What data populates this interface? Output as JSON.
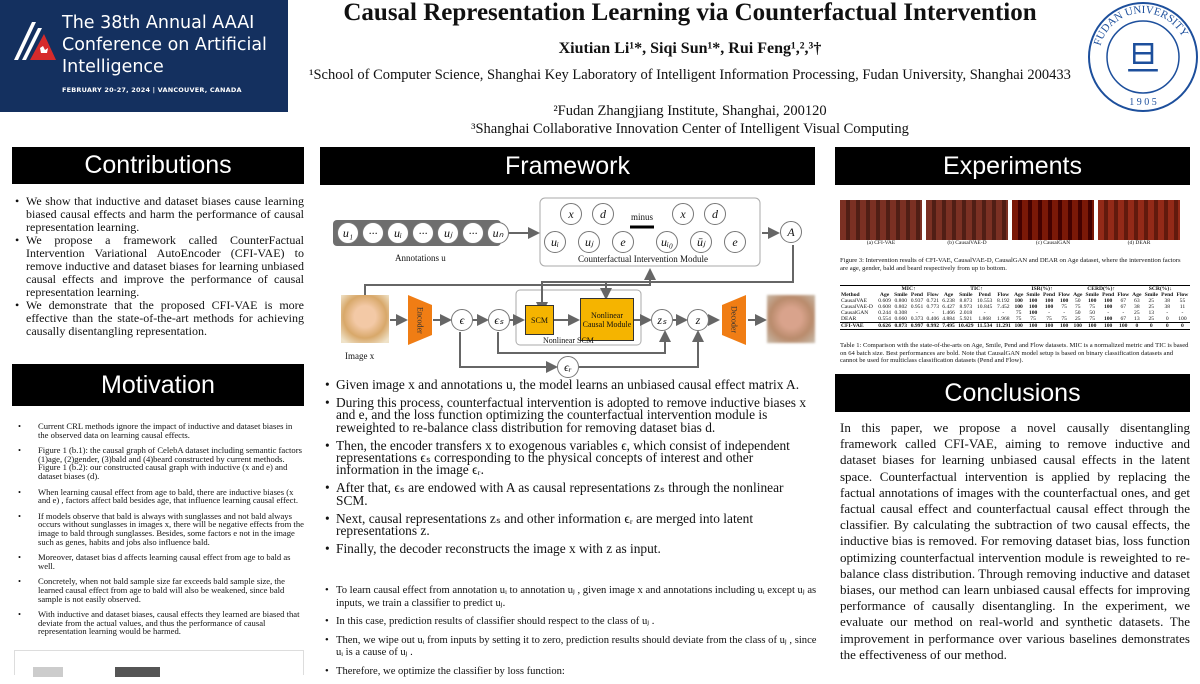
{
  "conference": {
    "title": "The 38th Annual AAAI Conference on Artificial Intelligence",
    "dates": "FEBRUARY 20-27, 2024 | VANCOUVER, CANADA",
    "brand_color": "#14305f"
  },
  "paper": {
    "title": "Causal Representation Learning via Counterfactual Intervention",
    "authors": "Xiutian Li¹*, Siqi Sun¹*, Rui Feng¹,²,³†",
    "affiliations": [
      "¹School of Computer Science, Shanghai Key Laboratory of Intelligent Information Processing, Fudan University, Shanghai 200433",
      "²Fudan Zhangjiang Institute, Shanghai, 200120",
      "³Shanghai Collaborative Innovation Center of Intelligent Visual Computing"
    ]
  },
  "seal": {
    "text": "FUDAN UNIVERSITY",
    "year": "1905",
    "color": "#1d4f9c"
  },
  "sections": {
    "contributions": "Contributions",
    "motivation": "Motivation",
    "framework": "Framework",
    "experiments": "Experiments",
    "conclusions": "Conclusions"
  },
  "contributions": [
    "We show that inductive and dataset biases cause learning biased causal effects and harm the performance of causal representation learning.",
    "We propose a framework called CounterFactual Intervention Variational AutoEncoder (CFI-VAE) to remove inductive and dataset biases for learning unbiased causal effects and improve the performance of causal representation learning.",
    "We demonstrate that the proposed CFI-VAE is more effective than the state-of-the-art methods for achieving causally disentangling representation."
  ],
  "motivation": [
    "Current CRL methods ignore the impact of inductive and dataset biases in the observed data on learning causal effects.",
    "Figure 1 (b.1): the causal graph of CelebA dataset including semantic factors (1)age, (2)gender, (3)bald and (4)beard constructed by current methods. Figure 1 (b.2): our constructed causal graph with inductive (x and e) and dataset biases (d).",
    "When learning causal effect from age to bald, there are inductive biases (x and e) , factors affect bald besides age, that influence learning causal effect.",
    "If models observe that bald is always with sunglasses and not bald always occurs without sunglasses in images x, there will be negative effects from the image to bald through sunglasses. Besides, some factors e not in the image such as genes, habits and jobs also influence bald.",
    "Moreover, dataset bias d affects learning causal effect from age to bald as well.",
    "Concretely, when not bald sample size far exceeds bald sample size, the learned causal effect from age to bald will also be weakened, since bald sample is not easily observed.",
    "With inductive and dataset biases, causal effects they learned are biased that deviate from the actual values, and thus the performance of causal representation learning would be harmed."
  ],
  "framework_diagram": {
    "annotations": [
      "u₁",
      "···",
      "uᵢ",
      "···",
      "uⱼ",
      "···",
      "uₙ"
    ],
    "annotations_label": "Annotations u",
    "cim_label": "Counterfactual Intervention Module",
    "minus": "minus",
    "image_label": "Image x",
    "encoder": "Encoder",
    "decoder": "Decoder",
    "scm": "SCM",
    "ncm": "Nonlinear Causal Module",
    "nscm_label": "Nonlinear SCM",
    "nodes": {
      "x": "x",
      "d": "d",
      "ui": "uᵢ",
      "uj": "uⱼ",
      "e": "e",
      "ui0": "uᵢ₀",
      "ujbar": "ūⱼ",
      "A": "A",
      "eps": "ϵ",
      "eps_s": "ϵₛ",
      "zs": "zₛ",
      "z": "z",
      "eps_r": "ϵᵣ"
    },
    "accent": "#f5b400",
    "encoder_color": "#f07d14"
  },
  "framework": [
    "Given image x and annotations u, the model learns an unbiased causal effect matrix A.",
    "During this process, counterfactual intervention is adopted to remove inductive biases x and e, and the loss function optimizing the counterfactual intervention module is reweighted to re-balance class distribution for removing dataset bias d.",
    "Then, the encoder transfers x to exogenous variables ϵ, which consist of independent representations ϵₛ corresponding to the physical concepts of interest and other information in the image ϵᵣ.",
    "After that, ϵₛ are endowed with A as causal representations zₛ through the nonlinear SCM.",
    "Next, causal representations zₛ and other information ϵᵣ are merged into latent representations z.",
    "Finally, the decoder reconstructs the image x with z as input."
  ],
  "framework2": [
    "To learn causal effect from annotation uᵢ to annotation uⱼ , given image x and annotations including uᵢ except uⱼ as inputs, we train a classifier to predict uⱼ.",
    "In this case, prediction results of classifier should respect to the class of uⱼ .",
    "Then, we wipe out uᵢ from inputs by setting it to zero, prediction results should deviate from the class of uⱼ , since uᵢ is a cause of uⱼ .",
    "Therefore, we optimize the classifier by loss function:"
  ],
  "experiments": {
    "subfigs": [
      "(a) CFI-VAE",
      "(b) CausalVAE-D",
      "(c) CausalGAN",
      "(d) DEAR"
    ],
    "fig_caption": "Figure 3: Intervention results of CFI-VAE, CausalVAE-D, CausalGAN and DEAR on Age dataset, where the intervention factors are age, gender, bald and beard respectively from up to bottom.",
    "table": {
      "groups": [
        "MIC↑",
        "TIC↑",
        "ISR(%)↑",
        "CERD(%)↑",
        "SCR(%)↓"
      ],
      "columns": [
        "Method",
        "Age",
        "Smile",
        "Pend",
        "Flow",
        "Age",
        "Smile",
        "Pend",
        "Flow",
        "Age",
        "Smile",
        "Pend",
        "Flow",
        "Age",
        "Smile",
        "Pend",
        "Flow",
        "Age",
        "Smile",
        "Pend",
        "Flow"
      ],
      "rows": [
        [
          "CausalVAE",
          "0.609",
          "0.800",
          "0.937",
          "0.721",
          "6.238",
          "8.873",
          "10.553",
          "8.192",
          "100",
          "100",
          "100",
          "100",
          "50",
          "100",
          "100",
          "67",
          "63",
          "25",
          "38",
          "55"
        ],
        [
          "CausalVAE-D",
          "0.608",
          "0.802",
          "0.951",
          "0.773",
          "6.427",
          "8.973",
          "10.845",
          "7.452",
          "100",
          "100",
          "100",
          "75",
          "75",
          "75",
          "100",
          "67",
          "38",
          "25",
          "38",
          "11"
        ],
        [
          "CausalGAN",
          "0.244",
          "0.308",
          "-",
          "-",
          "1.466",
          "2.018",
          "-",
          "-",
          "75",
          "100",
          "-",
          "-",
          "50",
          "50",
          "-",
          "-",
          "25",
          "13",
          "-",
          "-"
        ],
        [
          "DEAR",
          "0.554",
          "0.660",
          "0.373",
          "0.406",
          "4.884",
          "5.921",
          "1.868",
          "1.968",
          "75",
          "75",
          "75",
          "75",
          "25",
          "75",
          "100",
          "67",
          "13",
          "25",
          "0",
          "100"
        ],
        [
          "CFI-VAE",
          "0.626",
          "0.873",
          "0.997",
          "0.992",
          "7.495",
          "10.429",
          "11.534",
          "11.291",
          "100",
          "100",
          "100",
          "100",
          "100",
          "100",
          "100",
          "100",
          "0",
          "0",
          "0",
          "0"
        ]
      ]
    },
    "table_caption": "Table 1: Comparison with the state-of-the-arts on Age, Smile, Pend and Flow datasets. MIC is a normalized metric and TIC is based on 64 batch size. Best performances are bold. Note that CausalGAN model setup is based on binary classification datasets and cannot be used for multiclass classification datasets (Pend and Flow)."
  },
  "conclusions": "In this paper, we propose a novel causally disentangling framework called CFI-VAE, aiming to remove inductive and dataset biases for learning unbiased causal effects in the latent space. Counterfactual intervention is applied by replacing the factual annotations of images with the counterfactual ones, and get factual causal effect and counterfactual causal effect through the classifier. By calculating the subtraction of two causal effects, the inductive bias is removed. For removing dataset bias, loss function optimizing counterfactual intervention module is reweighted to re-balance class distribution. Through removing inductive and dataset biases, our method can learn unbiased causal effects for improving performance of causally disentangling. In the experiment, we evaluate our method on real-world and synthetic datasets. The improvement in performance over various baselines demonstrates the effectiveness of our method."
}
